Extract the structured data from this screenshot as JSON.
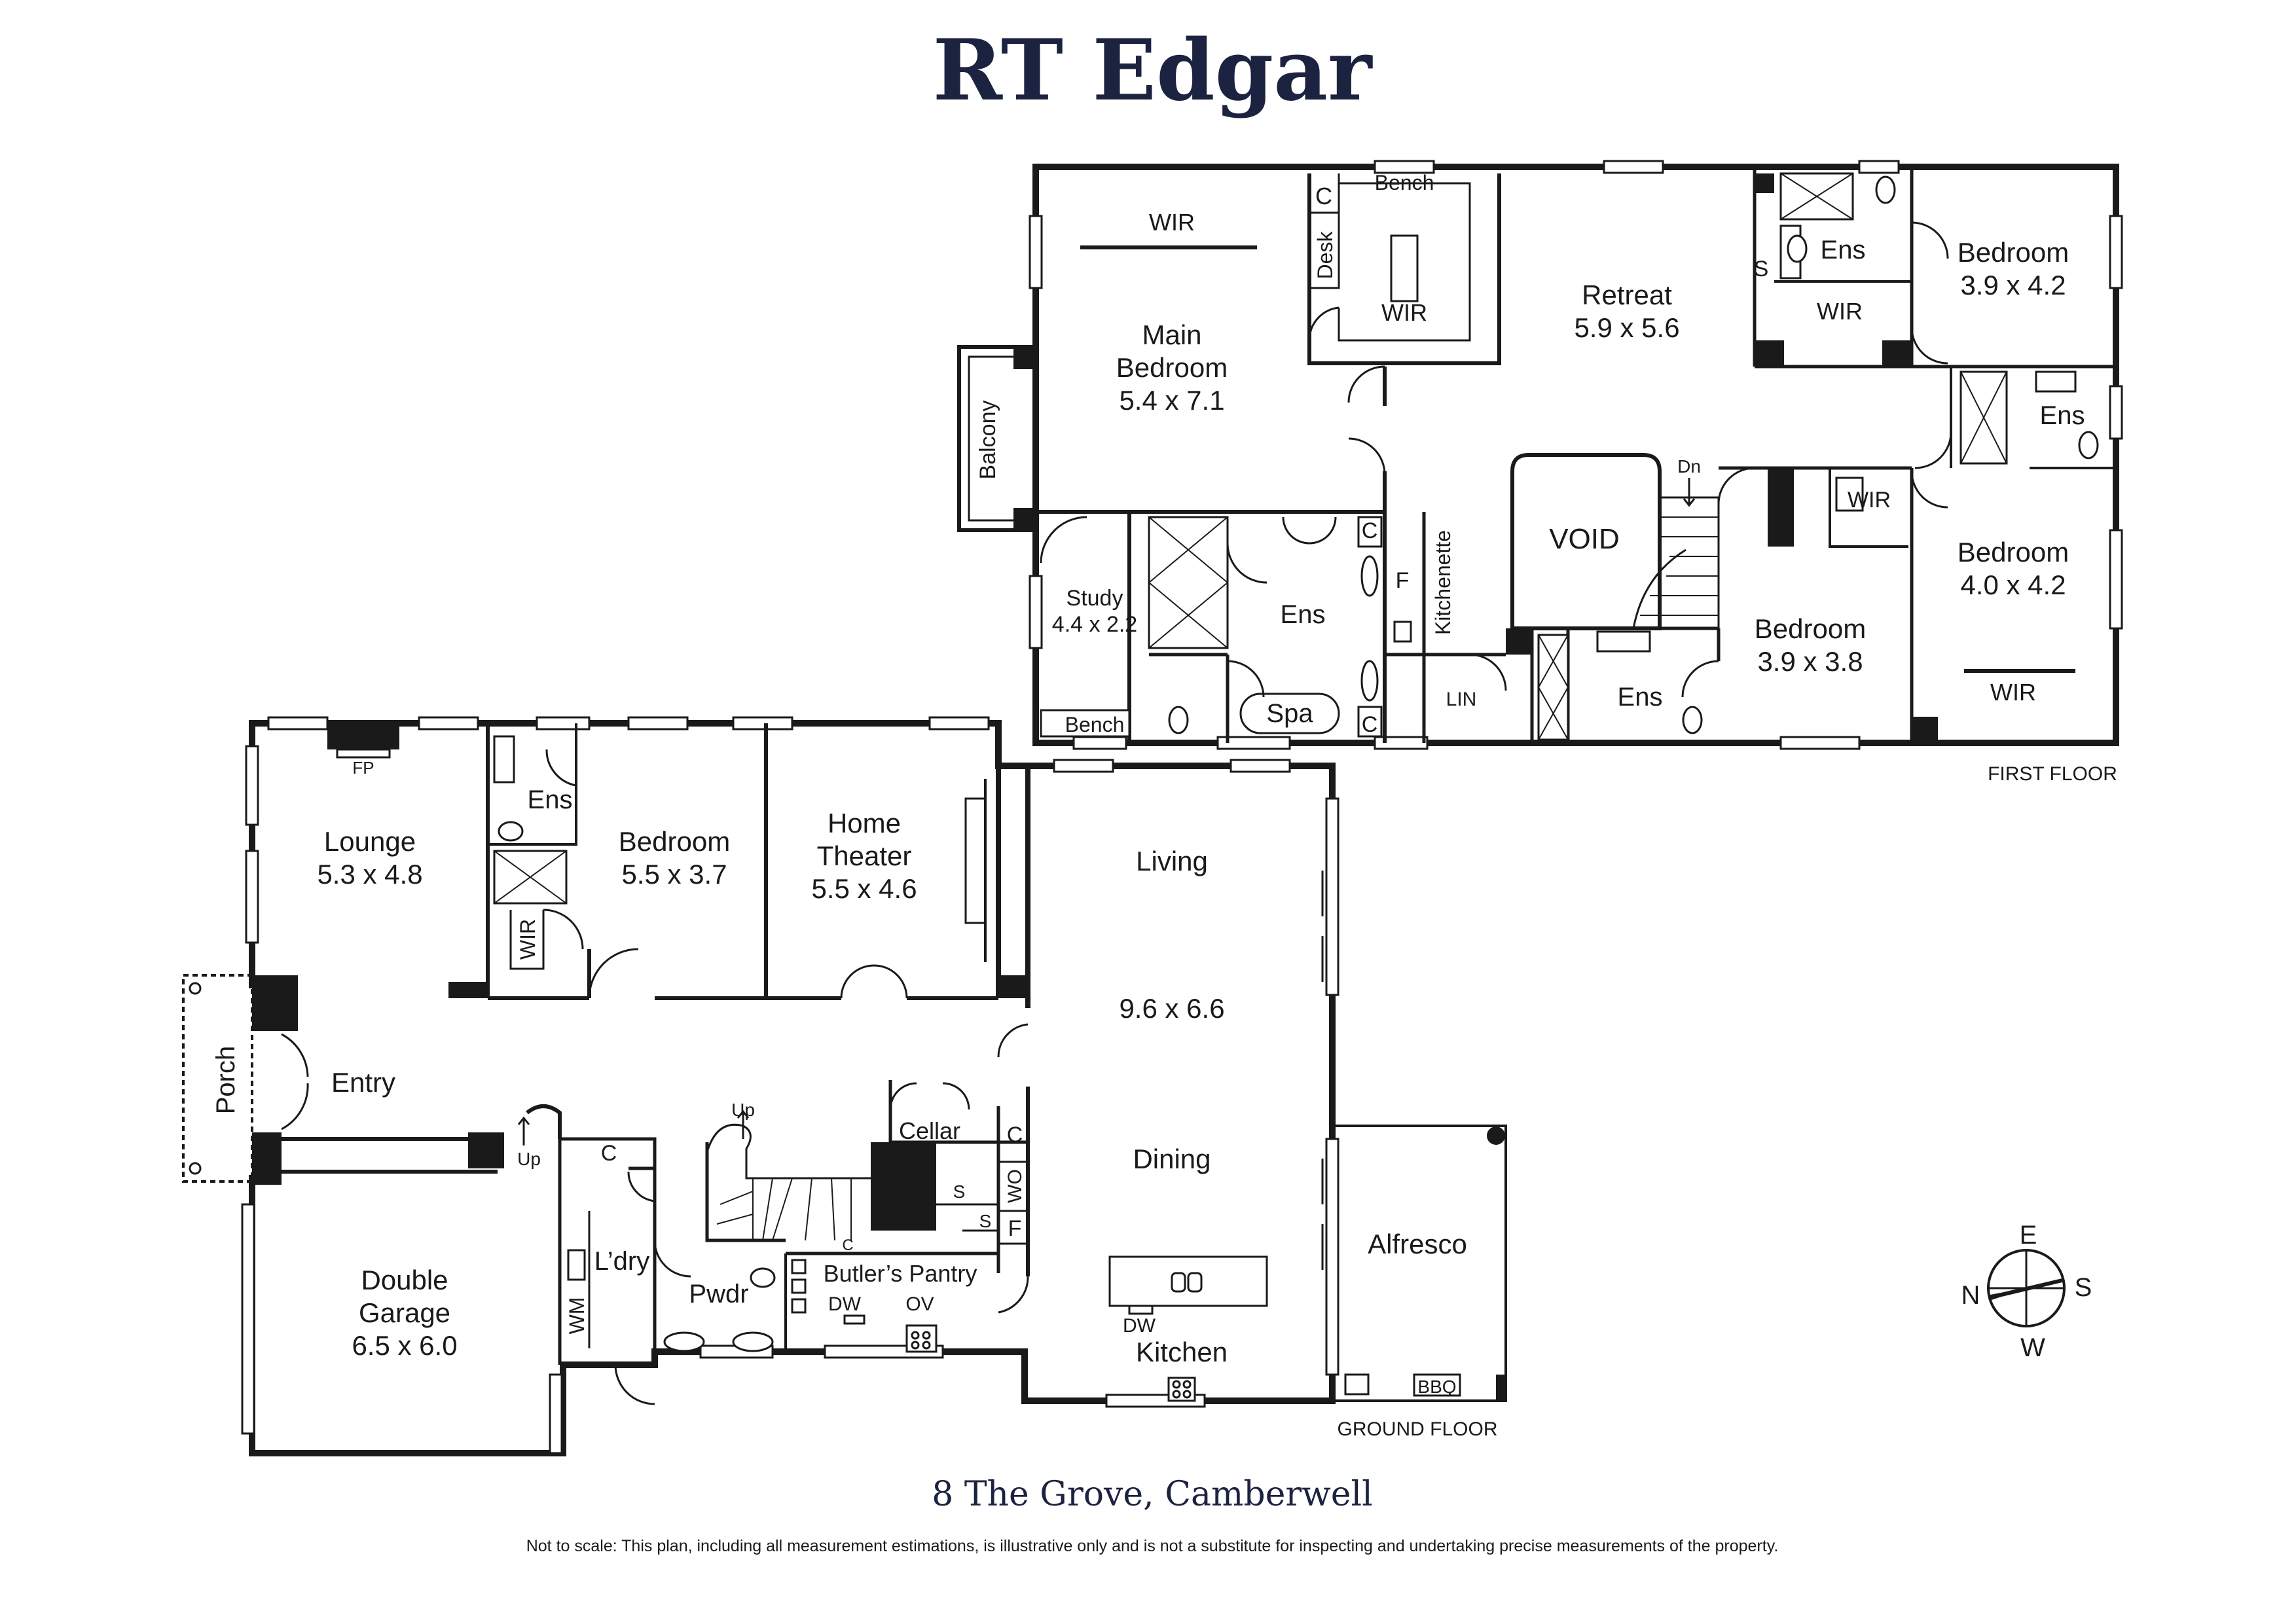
{
  "brand": "RT Edgar",
  "address": "8 The Grove, Camberwell",
  "disclaimer": "Not to scale: This plan, including all measurement estimations, is illustrative only and is not a substitute for inspecting and undertaking precise measurements of the property.",
  "floor_labels": {
    "first": "FIRST FLOOR",
    "ground": "GROUND FLOOR"
  },
  "compass": {
    "n": "N",
    "e": "E",
    "s": "S",
    "w": "W"
  },
  "first_floor": {
    "main_bedroom": {
      "name_1": "Main",
      "name_2": "Bedroom",
      "dims": "5.4 x 7.1"
    },
    "main_wir": "WIR",
    "desk": "Desk",
    "c_top": "C",
    "bench_top": "Bench",
    "wir_2": "WIR",
    "balcony": "Balcony",
    "study": {
      "name": "Study",
      "dims": "4.4 x 2.2"
    },
    "bench_study": "Bench",
    "ens_main": "Ens",
    "spa": "Spa",
    "c_ens_top": "C",
    "c_ens_bottom": "C",
    "f": "F",
    "kitchenette": "Kitchenette",
    "lin": "LIN",
    "retreat": {
      "name": "Retreat",
      "dims": "5.9 x 5.6"
    },
    "void": "VOID",
    "dn": "Dn",
    "s_ens": "S",
    "ens_top": "Ens",
    "wir_ens_top": "WIR",
    "bedroom_ne": {
      "name": "Bedroom",
      "dims": "3.9 x 4.2"
    },
    "ens_right": "Ens",
    "wir_right": "WIR",
    "bedroom_se": {
      "name": "Bedroom",
      "dims": "4.0 x 4.2"
    },
    "wir_bottom": "WIR",
    "bedroom_mid": {
      "name": "Bedroom",
      "dims": "3.9 x 3.8"
    },
    "ens_mid": "Ens"
  },
  "ground_floor": {
    "lounge": {
      "name": "Lounge",
      "dims": "5.3 x 4.8"
    },
    "fp": "FP",
    "ens": "Ens",
    "wir": "WIR",
    "bedroom": {
      "name": "Bedroom",
      "dims": "5.5 x 3.7"
    },
    "home_theater": {
      "name_1": "Home",
      "name_2": "Theater",
      "dims": "5.5 x 4.6"
    },
    "living": "Living",
    "living_dims": "9.6 x 6.6",
    "dining": "Dining",
    "kitchen": "Kitchen",
    "dw_kitchen": "DW",
    "porch": "Porch",
    "entry": "Entry",
    "up_1": "Up",
    "up_2": "Up",
    "cellar": "Cellar",
    "c_1": "C",
    "c_2": "C",
    "c_3": "C",
    "wo": "WO",
    "f": "F",
    "s_1": "S",
    "s_2": "S",
    "butlers_pantry": "Butler’s Pantry",
    "dw": "DW",
    "ov": "OV",
    "pwdr": "Pwdr",
    "ldry": "L’dry",
    "wm": "WM",
    "double_garage": {
      "name_1": "Double",
      "name_2": "Garage",
      "dims": "6.5 x 6.0"
    },
    "alfresco": "Alfresco",
    "bbq": "BBQ"
  }
}
